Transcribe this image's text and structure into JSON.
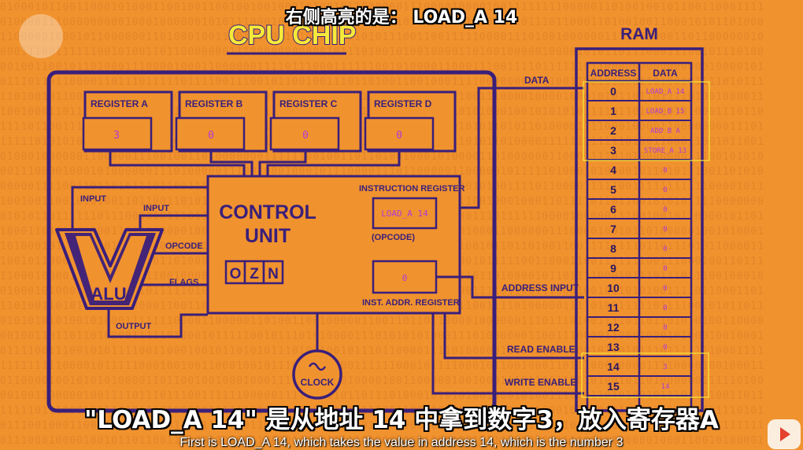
{
  "subtitles": {
    "top": "右侧高亮的是： LOAD_A 14",
    "main": "\"LOAD_A 14\" 是从地址 14 中拿到数字3，放入寄存器A",
    "english": "First is LOAD_A 14, which takes the value in address 14, which is the number 3"
  },
  "cpu": {
    "title": "CPU CHIP",
    "registers": [
      {
        "label": "REGISTER A",
        "value": "3"
      },
      {
        "label": "REGISTER B",
        "value": "0"
      },
      {
        "label": "REGISTER C",
        "value": "0"
      },
      {
        "label": "REGISTER D",
        "value": "0"
      }
    ],
    "control_unit": [
      "CONTROL",
      "UNIT"
    ],
    "instruction_register": {
      "label": "INSTRUCTION REGISTER",
      "value": "LOAD_A 14",
      "sublabel": "(OPCODE)"
    },
    "inst_addr_register": {
      "label": "INST. ADDR. REGISTER",
      "value": "0"
    },
    "flags": [
      "O",
      "Z",
      "N"
    ],
    "alu": "ALU",
    "labels": {
      "input1": "INPUT",
      "input2": "INPUT",
      "opcode": "OPCODE",
      "flags": "FLAGS",
      "output": "OUTPUT",
      "clock": "CLOCK"
    }
  },
  "bus_labels": {
    "data": "DATA",
    "address_input": "ADDRESS INPUT",
    "read_enable": "READ ENABLE",
    "write_enable": "WRITE ENABLE"
  },
  "ram": {
    "title": "RAM",
    "headers": [
      "ADDRESS",
      "DATA"
    ],
    "rows": [
      {
        "address": "0",
        "data": "LOAD_A 14"
      },
      {
        "address": "1",
        "data": "LOAD_B 15"
      },
      {
        "address": "2",
        "data": "ADD B A"
      },
      {
        "address": "3",
        "data": "STORE_A 13"
      },
      {
        "address": "4",
        "data": "0"
      },
      {
        "address": "5",
        "data": "0"
      },
      {
        "address": "6",
        "data": "0"
      },
      {
        "address": "7",
        "data": "0"
      },
      {
        "address": "8",
        "data": "0"
      },
      {
        "address": "9",
        "data": "0"
      },
      {
        "address": "10",
        "data": "0"
      },
      {
        "address": "11",
        "data": "0"
      },
      {
        "address": "12",
        "data": "0"
      },
      {
        "address": "13",
        "data": "0"
      },
      {
        "address": "14",
        "data": "3"
      },
      {
        "address": "15",
        "data": "14"
      }
    ]
  },
  "colors": {
    "background": "#f0922e",
    "ink": "#3a1f7a",
    "value_text": "#b03bd6",
    "active_address": "#f6e93a",
    "highlight": "#f6e93a"
  }
}
